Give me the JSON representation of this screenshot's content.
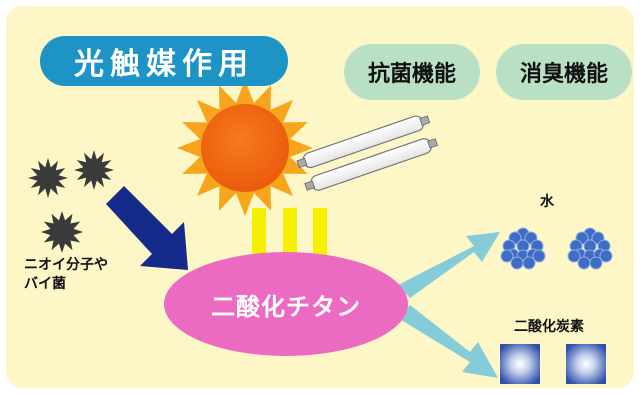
{
  "title": "光触媒作用",
  "functions": [
    "抗菌機能",
    "消臭機能"
  ],
  "catalyst_label": "二酸化チタン",
  "input_label": "ニオイ分子や\nバイ菌",
  "outputs": {
    "water": "水",
    "co2": "二酸化炭素"
  },
  "colors": {
    "background": "#fdf6c7",
    "title_pill": "#1e93c6",
    "function_pill": "#b9e0c4",
    "catalyst": "#ec6bc2",
    "sun": "#f26d12",
    "sun_rays": "#f7a51c",
    "light_arrows": "#f5f000",
    "input_arrow": "#152a8a",
    "output_arrows": "#86ccd8",
    "water_molecule": "#3f6cc4"
  },
  "icons": {
    "sun": "sun-icon",
    "fluorescent_lamps": "fluorescent-lamp-icon",
    "germs": "germ-icon",
    "water": "water-molecule-icon",
    "co2": "co2-cube-icon"
  }
}
